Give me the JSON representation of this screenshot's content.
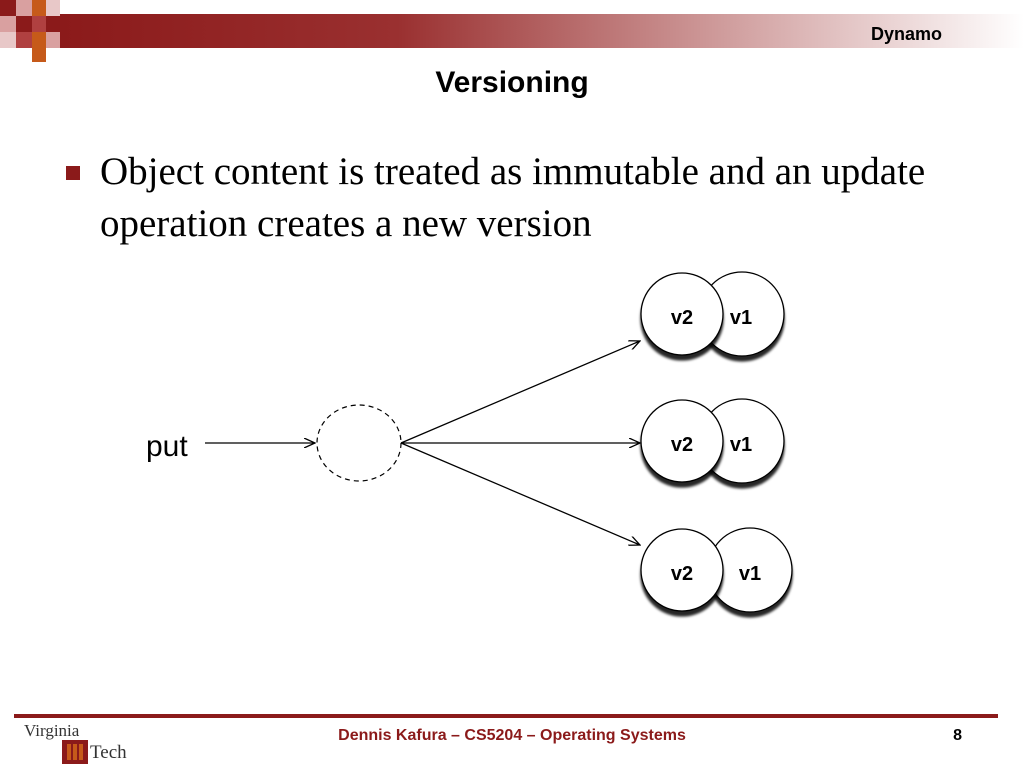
{
  "header": {
    "topic": "Dynamo",
    "title": "Versioning"
  },
  "bullets": [
    {
      "text": "Object content is treated as immutable and an update operation creates a new version"
    }
  ],
  "diagram": {
    "input_label": "put",
    "replicas": [
      {
        "newer": "v2",
        "older": "v1"
      },
      {
        "newer": "v2",
        "older": "v1"
      },
      {
        "newer": "v2",
        "older": "v1"
      }
    ]
  },
  "footer": {
    "logo_top": "Virginia",
    "logo_bottom": "Tech",
    "credit": "Dennis Kafura – CS5204 – Operating Systems",
    "page": "8"
  },
  "colors": {
    "accent": "#8b1a1a",
    "accent_light": "#c08080",
    "logo_orange": "#c65a1a"
  }
}
